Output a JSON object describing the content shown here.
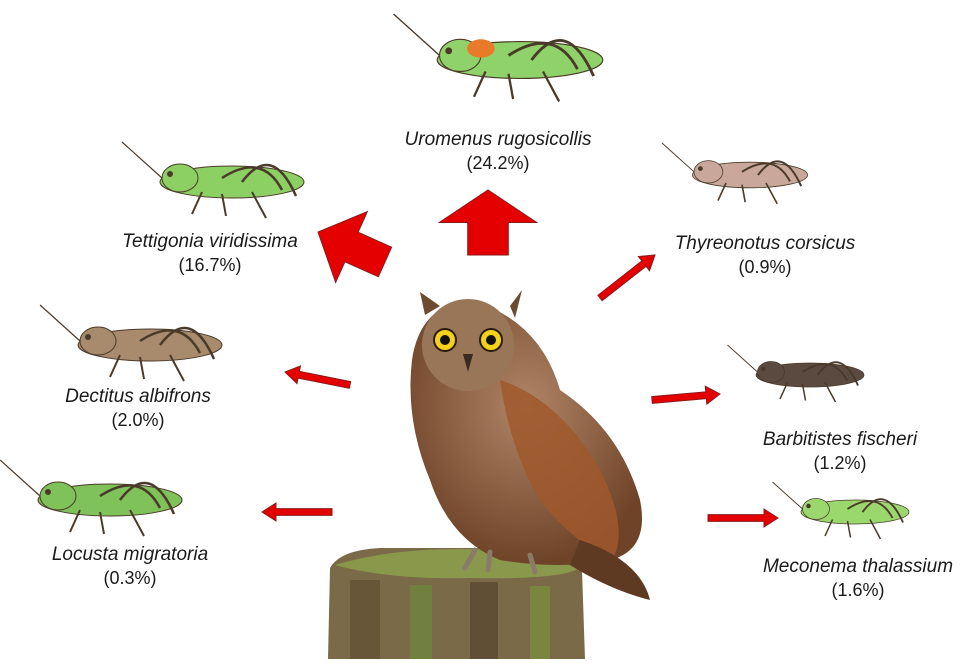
{
  "predator": {
    "name": "owl-illustration"
  },
  "prey": [
    {
      "id": "uromenus",
      "species": "Uromenus rugosicollis",
      "percent": "(24.2%)",
      "value": 24.2,
      "body_color": "#8fd26a",
      "accent_color": "#e87a2a"
    },
    {
      "id": "tettigonia",
      "species": "Tettigonia viridissima",
      "percent": "(16.7%)",
      "value": 16.7,
      "body_color": "#8ccf63"
    },
    {
      "id": "thyreonotus",
      "species": "Thyreonotus corsicus",
      "percent": "(0.9%)",
      "value": 0.9,
      "body_color": "#c9a79a"
    },
    {
      "id": "dectitus",
      "species": "Dectitus albifrons",
      "percent": "(2.0%)",
      "value": 2.0,
      "body_color": "#a88a6c"
    },
    {
      "id": "barbitistes",
      "species": "Barbitistes fischeri",
      "percent": "(1.2%)",
      "value": 1.2,
      "body_color": "#5a4a40"
    },
    {
      "id": "locusta",
      "species": "Locusta migratoria",
      "percent": "(0.3%)",
      "value": 0.3,
      "body_color": "#7fc25a"
    },
    {
      "id": "meconema",
      "species": "Meconema thalassium",
      "percent": "(1.6%)",
      "value": 1.6,
      "body_color": "#9ad86e"
    }
  ],
  "colors": {
    "arrow": "#e50000",
    "arrow_outline": "#8a1a1a",
    "owl_body": "#8a5a3a",
    "owl_eye": "#f2d21a",
    "stump": "#6b5a3a",
    "moss": "#7a9a3a"
  }
}
